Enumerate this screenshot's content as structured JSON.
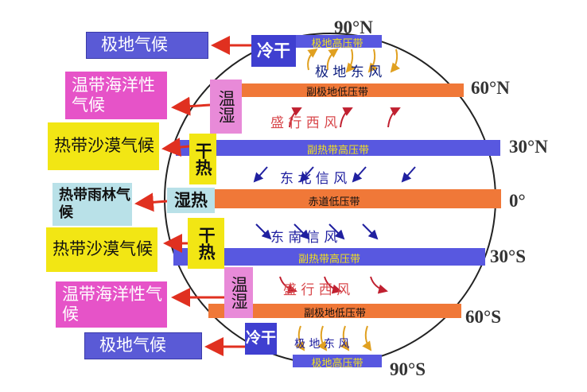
{
  "latitudes": {
    "n90": "90°N",
    "n60": "60°N",
    "n30": "30°N",
    "eq": "0°",
    "s30": "30°S",
    "s60": "60°S",
    "s90": "90°S"
  },
  "belts": {
    "polar_high_n": "极地高压带",
    "subpolar_low_n": "副极地低压带",
    "subtropical_high_n": "副热带高压带",
    "equatorial_low": "赤道低压带",
    "subtropical_high_s": "副热带高压带",
    "subpolar_low_s": "副极地低压带",
    "polar_high_s": "极地高压带"
  },
  "winds": {
    "polar_easterly_n": "极 地 东 风",
    "westerly_n": "盛  行  西  风",
    "ne_trade": "东  北  信  风",
    "se_trade": "东  南  信  风",
    "westerly_s": "盛  行  西  风",
    "polar_easterly_s": "极  地  东  风"
  },
  "features": {
    "polar_n": "冷干",
    "temperate_n": "温湿",
    "desert_n": "干热",
    "equator": "湿热",
    "desert_s": "干热",
    "temperate_s": "温湿",
    "polar_s": "冷干"
  },
  "climates": {
    "polar_n": "极地气候",
    "maritime_n": "温带海洋性气候",
    "desert_n": "热带沙漠气候",
    "rainforest": "热带雨林气候",
    "desert_s": "热带沙漠气候",
    "maritime_s": "温带海洋性气候",
    "polar_s": "极地气候"
  },
  "colors": {
    "high_pressure_belt": "#5858e0",
    "low_pressure_belt": "#f07838",
    "westerly_text": "#d8484c",
    "trade_wind_text": "#2020a0",
    "polar_wind_text": "#102080",
    "arrow_red": "#e03020"
  }
}
